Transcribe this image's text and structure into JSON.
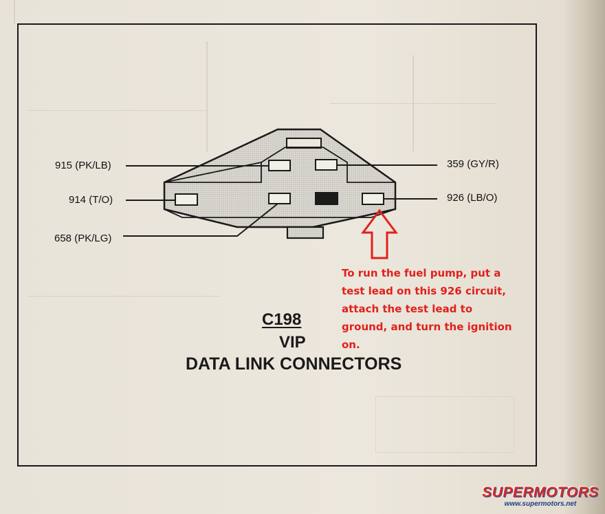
{
  "connector": {
    "code": "C198",
    "name": "VIP",
    "title": "DATA LINK CONNECTORS"
  },
  "pins": {
    "p915": "915 (PK/LB)",
    "p914": "914 (T/O)",
    "p658": "658 (PK/LG)",
    "p359": "359 (GY/R)",
    "p926": "926 (LB/O)"
  },
  "annotation": {
    "text": "To run the fuel pump, put a test lead on this 926 circuit, attach the test lead to ground, and turn the ignition on.",
    "arrow_points_to": "926 (LB/O)",
    "color": "#e0211c"
  },
  "watermark": {
    "logo": "SUPERMOTORS",
    "url": "www.supermotors.net"
  },
  "colors": {
    "ink": "#1a1a1a",
    "connector_fill": "#d6d3cc",
    "paper": "#ece7dd",
    "annotation_red": "#e0211c"
  }
}
